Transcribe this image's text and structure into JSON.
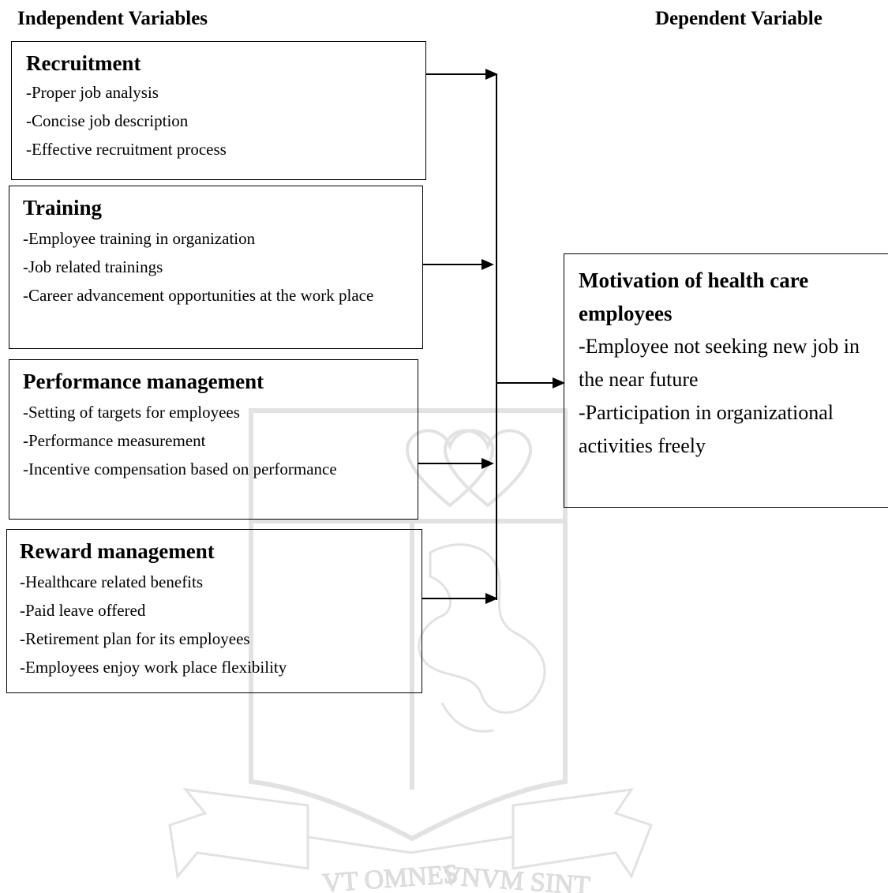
{
  "headers": {
    "independent": "Independent Variables",
    "dependent": "Dependent Variable"
  },
  "boxes": {
    "recruitment": {
      "title": "Recruitment",
      "items": [
        "-Proper job analysis",
        "-Concise job description",
        "-Effective recruitment process"
      ]
    },
    "training": {
      "title": "Training",
      "items": [
        "-Employee training in organization",
        "-Job related trainings",
        "-Career advancement opportunities at the work place"
      ]
    },
    "performance": {
      "title": "Performance management",
      "items": [
        "-Setting of targets for employees",
        "-Performance measurement",
        "-Incentive compensation based on performance"
      ]
    },
    "reward": {
      "title": "Reward management",
      "items": [
        "-Healthcare related benefits",
        "-Paid leave offered",
        "-Retirement plan for its employees",
        "-Employees enjoy work place flexibility"
      ]
    },
    "motivation": {
      "title": "Motivation of health care employees",
      "items": [
        "-Employee not seeking new job in the near future",
        "-Participation in organizational activities freely"
      ]
    }
  },
  "watermark": {
    "motto_left": "VT OMNES",
    "motto_right": "VNVM SINT"
  },
  "colors": {
    "line": "#000000",
    "watermark": "#e4e4e4",
    "text": "#000000"
  }
}
